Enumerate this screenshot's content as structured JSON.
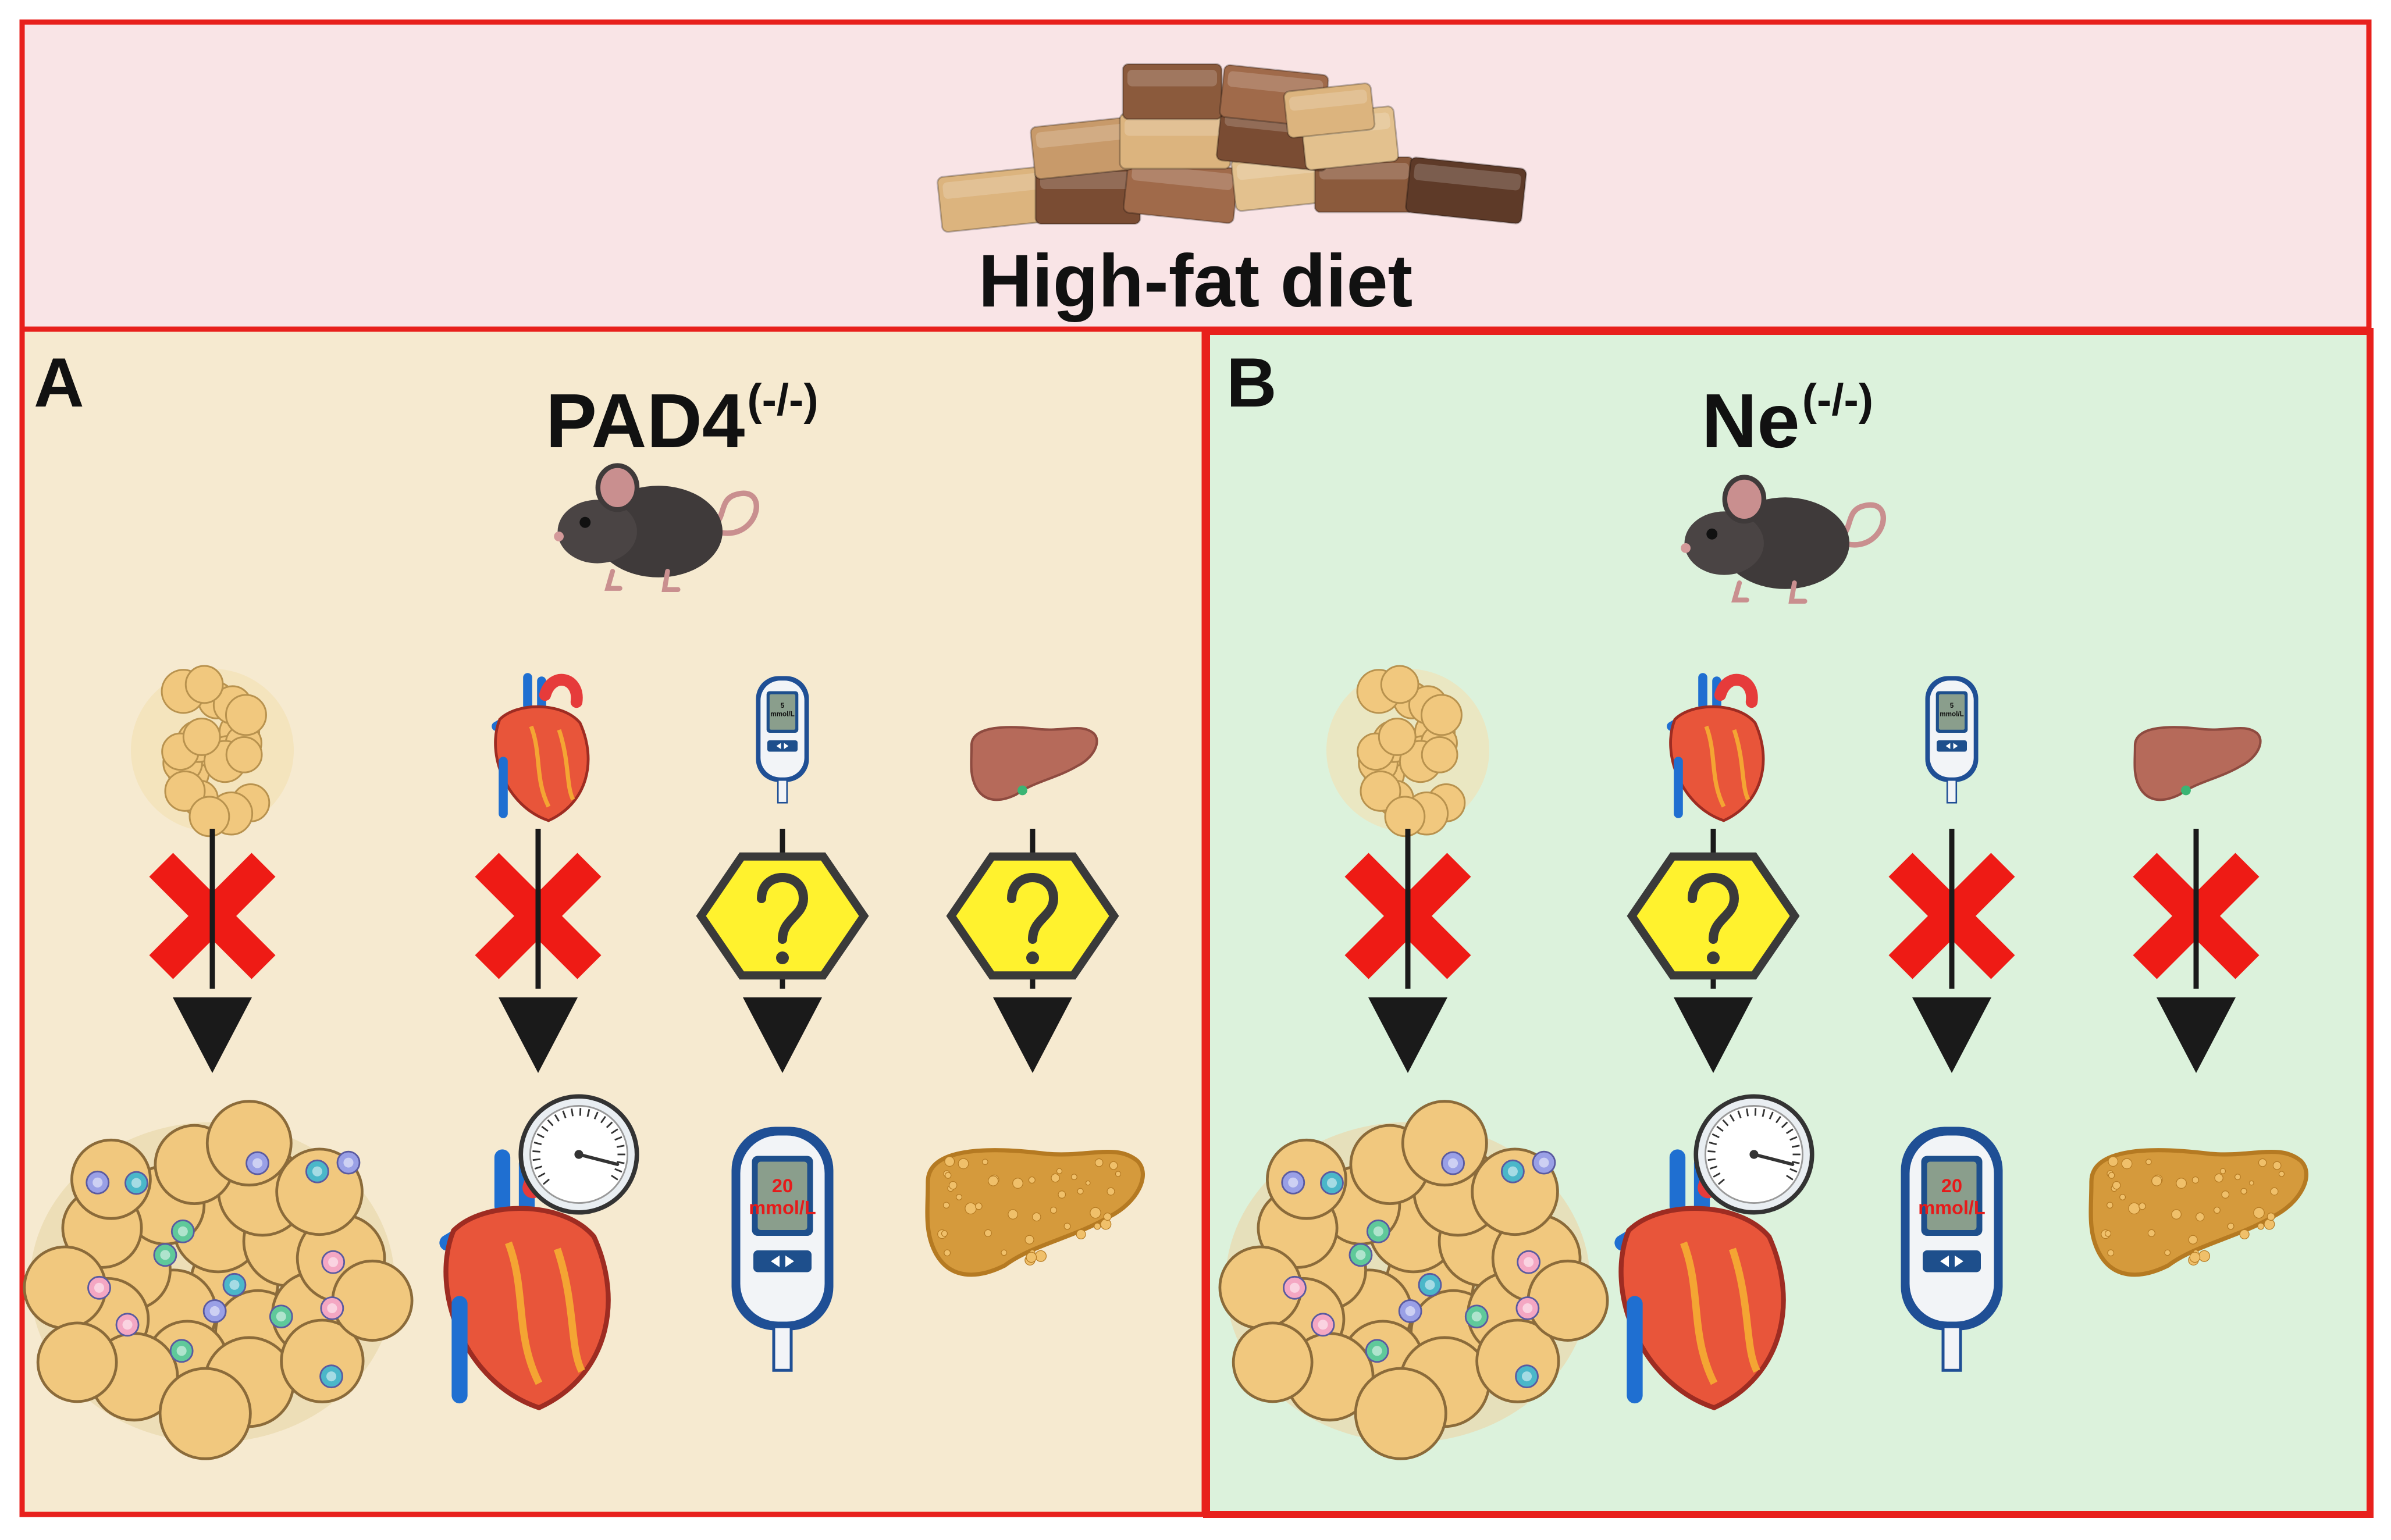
{
  "banner": {
    "title": "High-fat diet"
  },
  "panels": [
    {
      "letter": "A",
      "model": "PAD4",
      "genotype": "(-/-)",
      "glucose_before": "5 mmol/L",
      "glucose_after": "20 mmol/L",
      "outcomes": [
        "cross",
        "cross",
        "question",
        "question"
      ]
    },
    {
      "letter": "B",
      "model": "Ne",
      "genotype": "(-/-)",
      "glucose_before": "5 mmol/L",
      "glucose_after": "20 mmol/L",
      "outcomes": [
        "cross",
        "question",
        "cross",
        "cross"
      ]
    }
  ],
  "columns": [
    {
      "before": "adipose-tissue-icon",
      "after": "inflamed-adipose-tissue-icon"
    },
    {
      "before": "heart-icon",
      "after": "hypertensive-heart-icon"
    },
    {
      "before": "glucose-meter-icon",
      "after": "high-glucose-meter-icon"
    },
    {
      "before": "liver-icon",
      "after": "fatty-liver-icon"
    }
  ],
  "colors": {
    "border": "#e8201c",
    "banner_bg": "#f9e4e6",
    "panel_a_bg": "#f6ead0",
    "panel_b_bg": "#dcf2dc",
    "cross": "#ee1b15",
    "question_sign": "#fff22e",
    "arrow": "#1a1a1a"
  }
}
